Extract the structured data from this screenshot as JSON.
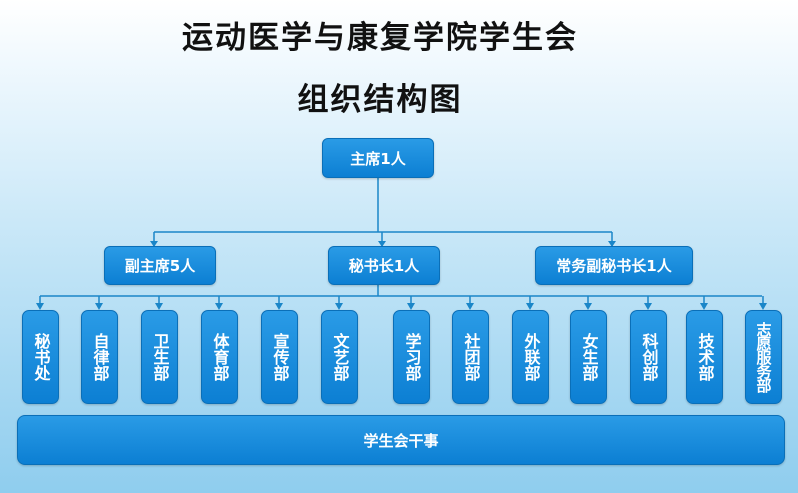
{
  "title_line1": "运动医学与康复学院学生会",
  "title_line2": "组织结构图",
  "chair": "主席1人",
  "vice_chair": "副主席5人",
  "secretary_general": "秘书长1人",
  "deputy_secretary": "常务副秘书长1人",
  "departments": [
    "秘书处",
    "自律部",
    "卫生部",
    "体育部",
    "宣传部",
    "文艺部",
    "学习部",
    "社团部",
    "外联部",
    "女生部",
    "科创部",
    "技术部",
    "志愿服务部"
  ],
  "bottom": "学生会干事",
  "colors": {
    "box": "#1a8ee0",
    "line": "#1a86c8"
  }
}
